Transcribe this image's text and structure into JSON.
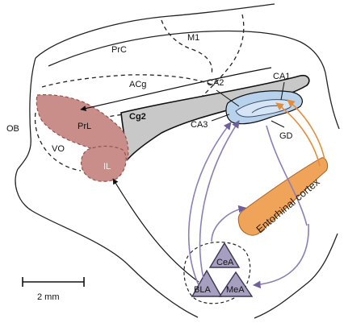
{
  "labels": {
    "prc": "PrC",
    "m1": "M1",
    "acg": "ACg",
    "cg2": "Cg2",
    "prl": "PrL",
    "il": "IL",
    "vo": "VO",
    "ob": "OB",
    "ca1": "CA1",
    "ca2": "CA2",
    "ca3": "CA3",
    "gd": "GD",
    "entorhinal": "Entorhinal cortex",
    "cea": "CeA",
    "bla": "BLA",
    "mea": "MeA"
  },
  "scale_bar": {
    "label": "2 mm"
  },
  "colors": {
    "prefrontal": "#c98e89",
    "prefrontal_dark": "#9a4f4a",
    "hippocampus": "#b9d2ec",
    "entorhinal": "#f0a45a",
    "amygdala": "#a79fbf",
    "pathway_purple": "#8d7fb5",
    "pathway_orange": "#e58c3b",
    "corpus_callosum": "#c8c8c8"
  }
}
